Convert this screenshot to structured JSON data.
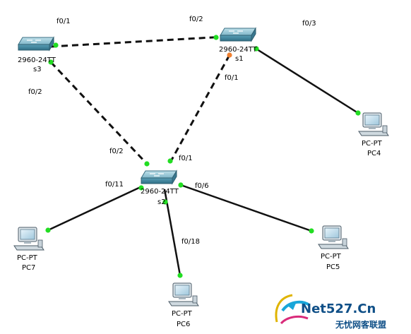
{
  "devices": {
    "s3": {
      "model": "2960-24TT",
      "name": "s3"
    },
    "s1": {
      "model": "2960-24TT",
      "name": "s1"
    },
    "s2": {
      "model": "2960-24TT",
      "name": "s2"
    },
    "pc4": {
      "model": "PC-PT",
      "name": "PC4"
    },
    "pc7": {
      "model": "PC-PT",
      "name": "PC7"
    },
    "pc5": {
      "model": "PC-PT",
      "name": "PC5"
    },
    "pc6": {
      "model": "PC-PT",
      "name": "PC6"
    }
  },
  "ports": {
    "s3_s1_a": "f0/1",
    "s3_s1_b": "f0/2",
    "s1_pc4": "f0/3",
    "s3_s2_a": "f0/2",
    "s3_s2_b": "f0/2",
    "s1_s2_a": "f0/1",
    "s1_s2_b": "f0/1",
    "s2_pc7": "f0/11",
    "s2_pc5": "f0/6",
    "s2_pc6": "f0/18"
  },
  "watermark": {
    "brand": "Net527.Cn",
    "tagline": "无忧网客联盟"
  },
  "colors": {
    "link_up": "#22dd22",
    "link_blocked": "#f08030",
    "switch_body": "#4b8fa6",
    "watermark": "#0f4f87"
  }
}
